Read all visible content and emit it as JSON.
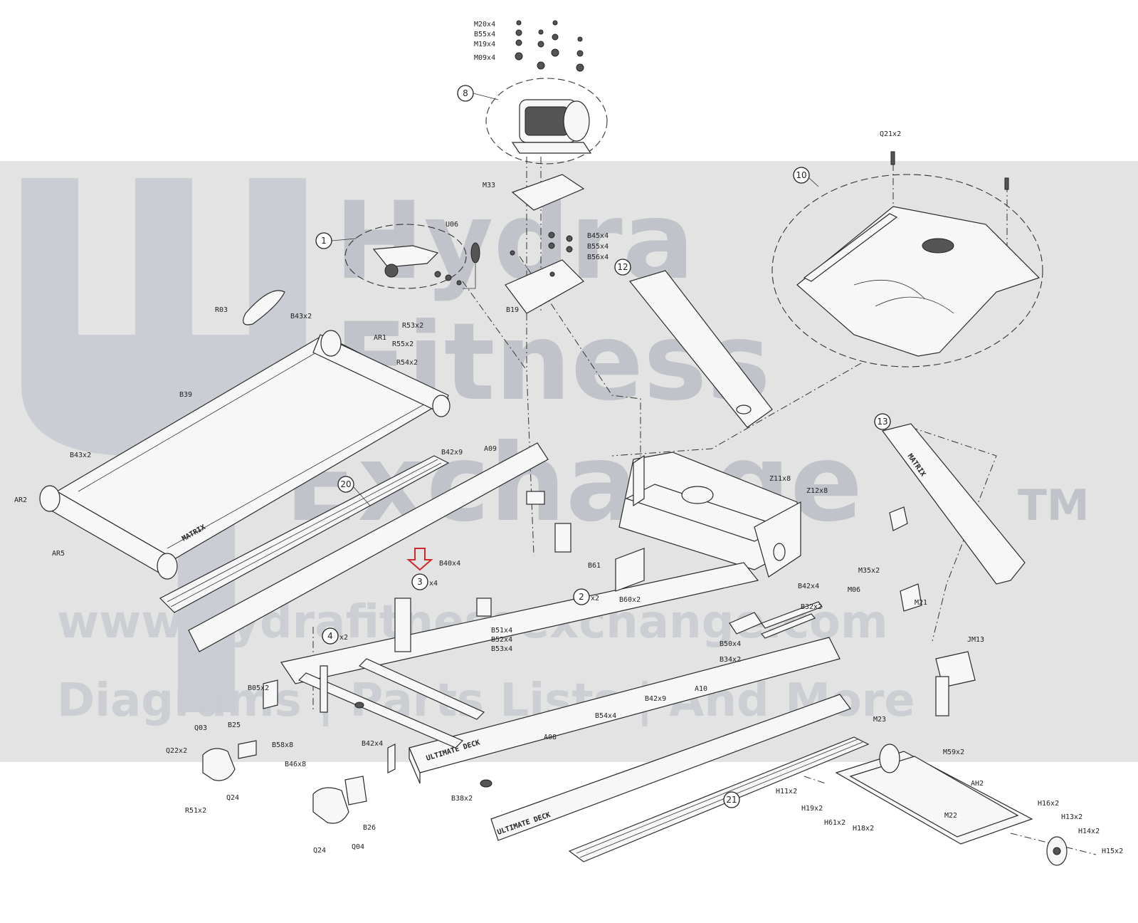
{
  "watermark": {
    "brand_line1": "Hydra",
    "brand_line2": "Fitness",
    "brand_line3": "Exchange",
    "trademark": "TM",
    "url": "www.hydrafitnessexchange.com",
    "tagline": "Diagrams | Parts Lists | And More"
  },
  "callouts": {
    "c1": "1",
    "c2": "2",
    "c2_qty": "x2",
    "c3": "3",
    "c3_qty": "x4",
    "c4": "4",
    "c4_qty": "x2",
    "c8": "8",
    "c10": "10",
    "c12": "12",
    "c13": "13",
    "c20": "20",
    "c21": "21"
  },
  "labels": {
    "m20": "M20x4",
    "b55_top": "B55x4",
    "m19": "M19x4",
    "m09": "M09x4",
    "m33": "M33",
    "u06": "U06",
    "b45": "B45x4",
    "b55_mid": "B55x4",
    "b56": "B56x4",
    "b19": "B19",
    "q21": "Q21x2",
    "r03": "R03",
    "b43_top": "B43x2",
    "ar1": "AR1",
    "r53": "R53x2",
    "r55": "R55x2",
    "r54": "R54x2",
    "b39": "B39",
    "b43_left": "B43x2",
    "ar2": "AR2",
    "ar5": "AR5",
    "b42_top": "B42x9",
    "a09": "A09",
    "z11": "Z11x8",
    "z12": "Z12x8",
    "b40": "B40x4",
    "b61": "B61",
    "b60": "B60x2",
    "m35": "M35x2",
    "m06": "M06",
    "m21": "M21",
    "b42_right": "B42x4",
    "b32": "B32x2",
    "b51": "B51x4",
    "b52": "B52x4",
    "b53": "B53x4",
    "b50": "B50x4",
    "b34": "B34x2",
    "jm13": "JM13",
    "b05": "B05x2",
    "q03": "Q03",
    "b25": "B25",
    "q22": "Q22x2",
    "b58": "B58x8",
    "b46": "B46x8",
    "q24_left": "Q24",
    "r51": "R51x2",
    "b42_bottom": "B42x4",
    "b26": "B26",
    "q24_bottom": "Q24",
    "q04": "Q04",
    "b42_lower": "B42x9",
    "a10": "A10",
    "b54": "B54x4",
    "a08": "A08",
    "b38": "B38x2",
    "m23": "M23",
    "m59": "M59x2",
    "h11": "H11x2",
    "h19": "H19x2",
    "h61": "H61x2",
    "h18": "H18x2",
    "ah2": "AH2",
    "m22": "M22",
    "h16": "H16x2",
    "h13": "H13x2",
    "h14": "H14x2",
    "h15": "H15x2"
  },
  "part_markings": {
    "deck_left": "MATRIX",
    "hood_right": "MATRIX",
    "rail_brand_1": "ULTIMATE DECK",
    "rail_brand_2": "ULTIMATE DECK"
  },
  "colors": {
    "watermark_band": "#e3e3e3",
    "watermark_logo": "#b5b9c2",
    "watermark_text": "#c4c7cd",
    "accent_arrow": "#cc2a2a",
    "line": "#2a2a2a"
  }
}
